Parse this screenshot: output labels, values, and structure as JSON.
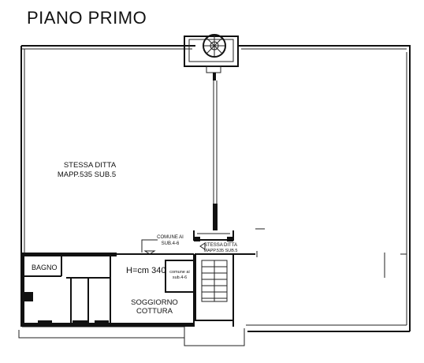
{
  "title": "PIANO PRIMO",
  "labels": {
    "stessa_ditta_main_1": "STESSA DITTA",
    "stessa_ditta_main_2": "MAPP.535 SUB.5",
    "bagno": "BAGNO",
    "height": "H=cm 340",
    "soggiorno_1": "SOGGIORNO",
    "soggiorno_2": "COTTURA",
    "comune_top_1": "COMUNE AI",
    "comune_top_2": "SUB.4-6",
    "comune_small_1": "comune ai",
    "comune_small_2": "sub.4-6",
    "stessa_ditta_small_1": "STESSA DITTA",
    "stessa_ditta_small_2": "MAPP.535 SUB.5"
  }
}
